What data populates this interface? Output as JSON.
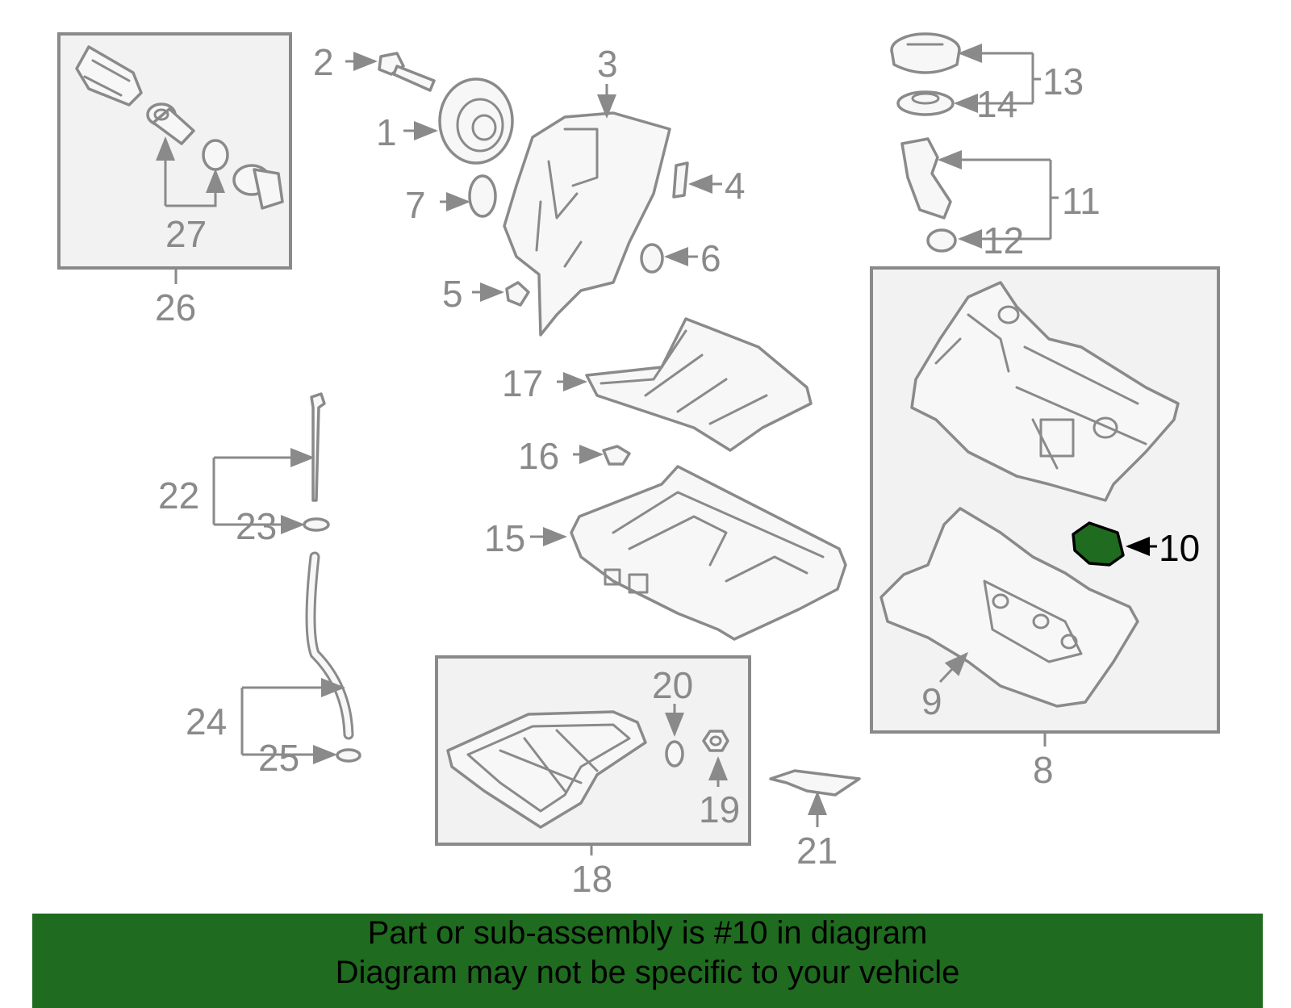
{
  "callouts": {
    "c1": "1",
    "c2": "2",
    "c3": "3",
    "c4": "4",
    "c5": "5",
    "c6": "6",
    "c7": "7",
    "c8": "8",
    "c9": "9",
    "c10": "10",
    "c11": "11",
    "c12": "12",
    "c13": "13",
    "c14": "14",
    "c15": "15",
    "c16": "16",
    "c17": "17",
    "c18": "18",
    "c19": "19",
    "c20": "20",
    "c21": "21",
    "c22": "22",
    "c23": "23",
    "c24": "24",
    "c25": "25",
    "c26": "26",
    "c27": "27"
  },
  "highlight": {
    "part": "10",
    "color": "#1f6b1f"
  },
  "banner": {
    "line1": "Part or sub-assembly is #10 in diagram",
    "line2": "Diagram may not be specific to your vehicle",
    "background": "#1f6b1f"
  },
  "colors": {
    "line": "#8a8a8a",
    "box_fill": "#f2f2f2"
  }
}
